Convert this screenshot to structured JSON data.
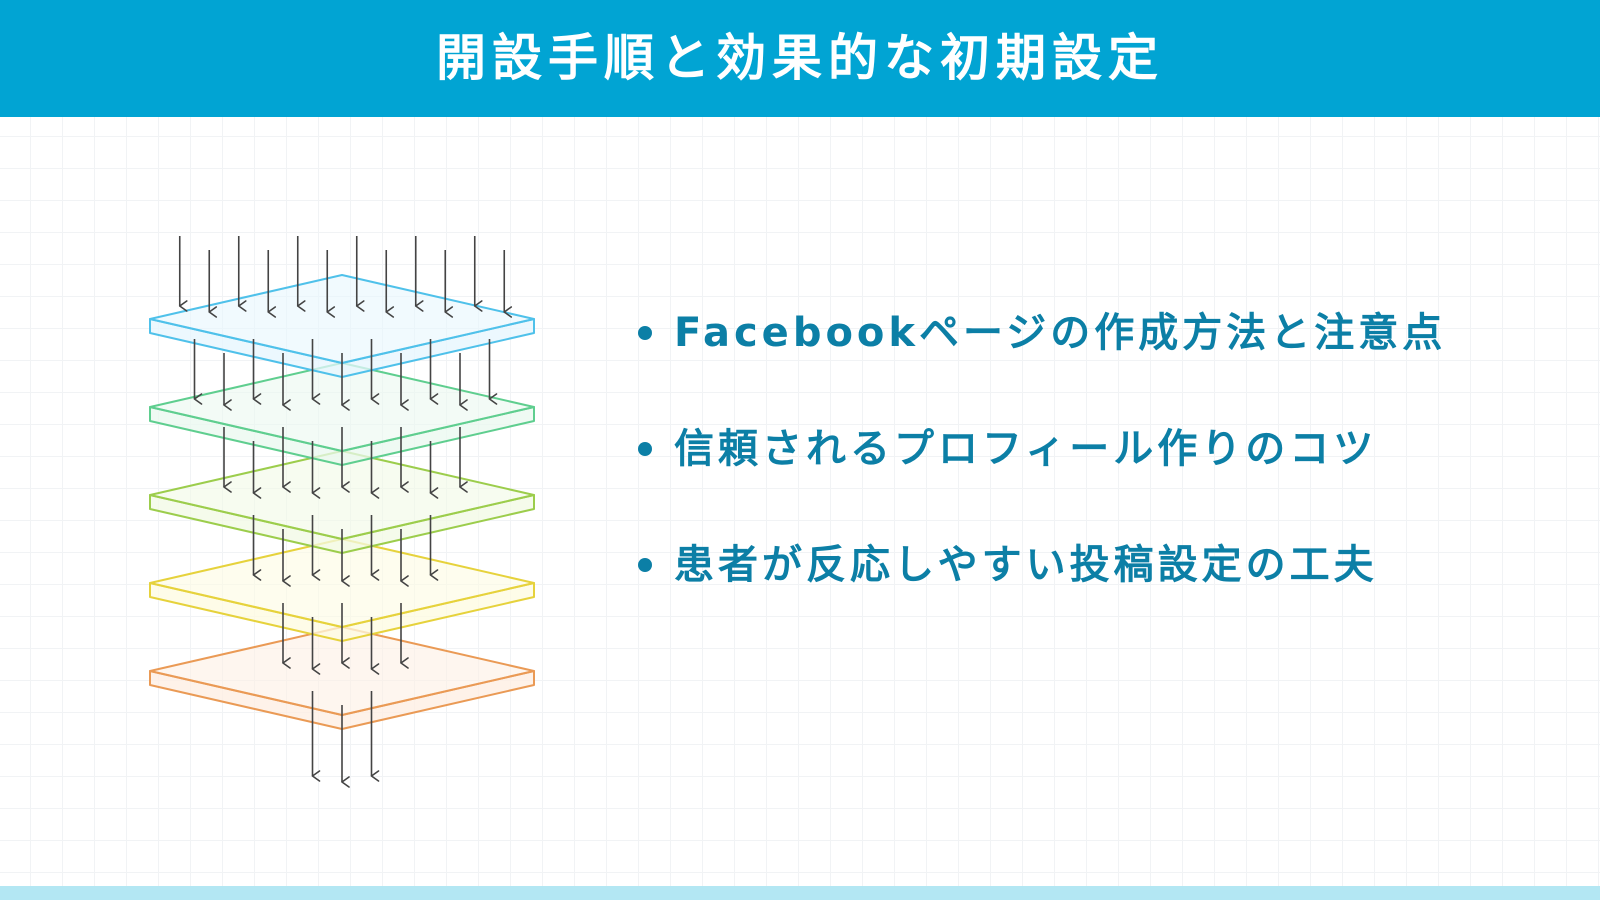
{
  "header": {
    "title": "開設手順と効果的な初期設定"
  },
  "bullets": [
    "Facebookページの作成方法と注意点",
    "信頼されるプロフィール作りのコツ",
    "患者が反応しやすい投稿設定の工夫"
  ],
  "colors": {
    "header_bg": "#01a4d3",
    "footer_bar": "#b3e7f3",
    "bullet_text": "#0c7fa6",
    "layers": [
      {
        "fill": "#e6f6fd",
        "stroke": "#4fc1ea"
      },
      {
        "fill": "#e9f8ef",
        "stroke": "#5fce8f"
      },
      {
        "fill": "#f1f9e4",
        "stroke": "#9ccd4c"
      },
      {
        "fill": "#fdfbe0",
        "stroke": "#e6d23c"
      },
      {
        "fill": "#fdeee1",
        "stroke": "#ea9a55"
      }
    ],
    "arrow": "#444444"
  },
  "diagram": {
    "layer_count": 5,
    "arrow_rows": [
      12,
      11,
      9,
      7,
      5,
      3
    ]
  }
}
